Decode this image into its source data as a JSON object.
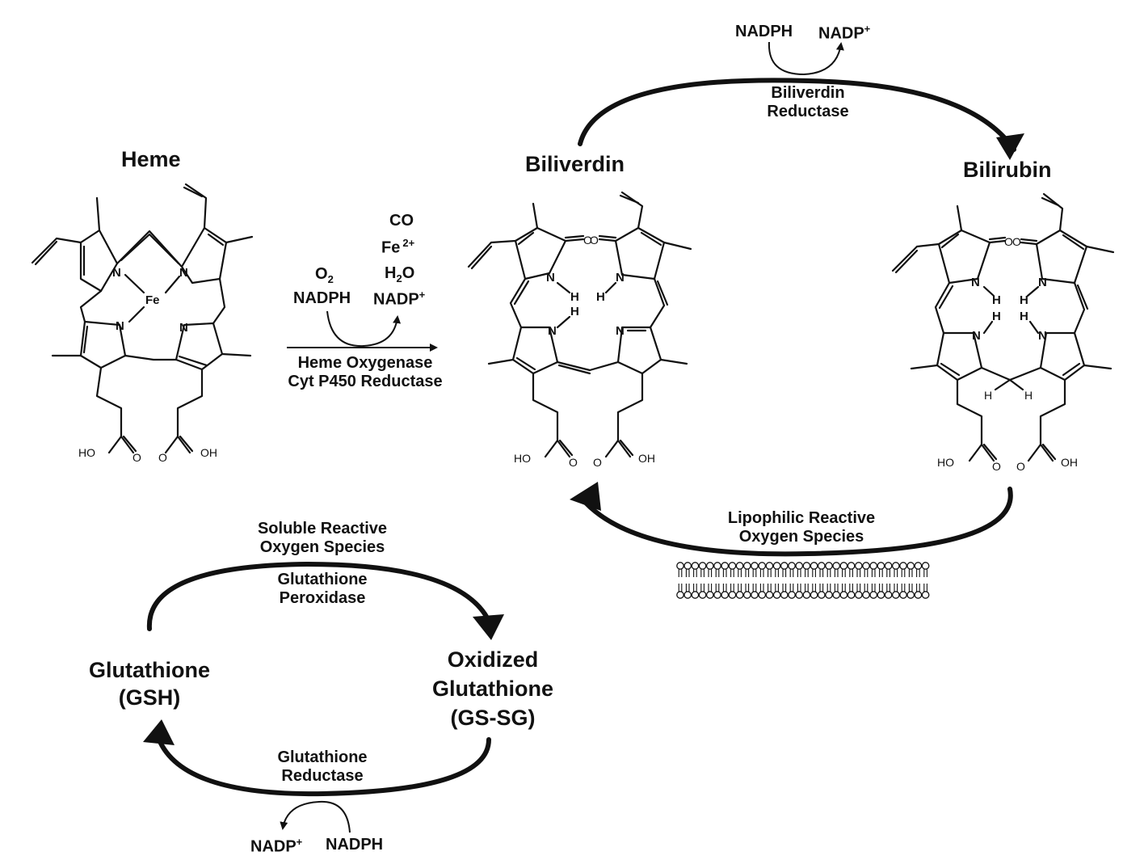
{
  "compounds": {
    "heme": "Heme",
    "biliverdin": "Biliverdin",
    "bilirubin": "Bilirubin",
    "gsh": [
      "Glutathione",
      "(GSH)"
    ],
    "gssg": [
      "Oxidized",
      "Glutathione",
      "(GS-SG)"
    ]
  },
  "heme_oxygenase_step": {
    "products": [
      "CO",
      "Fe",
      "2+",
      "H",
      "2",
      "O",
      "NADP",
      "+"
    ],
    "o2_base": "O",
    "o2_sub": "2",
    "nadph": "NADPH",
    "enzymes": [
      "Heme Oxygenase",
      "Cyt P450 Reductase"
    ]
  },
  "biliverdin_reductase_step": {
    "cofactor_in": "NADPH",
    "cofactor_out_base": "NADP",
    "cofactor_out_sup": "+",
    "enzyme": [
      "Biliverdin",
      "Reductase"
    ]
  },
  "lipophilic_ros": [
    "Lipophilic Reactive",
    "Oxygen Species"
  ],
  "gsh_oxidation": {
    "substrate": [
      "Soluble Reactive",
      "Oxygen Species"
    ],
    "enzyme": [
      "Glutathione",
      "Peroxidase"
    ]
  },
  "gsh_reduction": {
    "enzyme": [
      "Glutathione",
      "Reductase"
    ],
    "cofactor_out_base": "NADP",
    "cofactor_out_sup": "+",
    "cofactor_in": "NADPH"
  },
  "atoms": {
    "N": "N",
    "Fe": "Fe",
    "H": "H",
    "O": "O",
    "HO": "HO",
    "OH": "OH"
  }
}
